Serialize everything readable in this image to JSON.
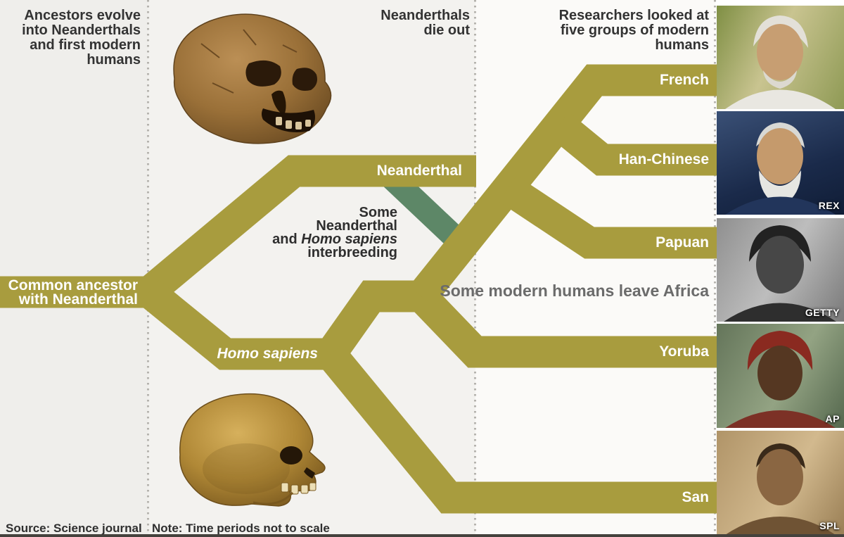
{
  "colors": {
    "branch_olive": "#a89c3e",
    "interbreeding_green": "#5d8767",
    "branch_label_text": "#ffffff",
    "heading_text": "#333333",
    "leave_africa_text": "#6b6b6b",
    "footer_text": "#2f2f2f",
    "dotted_divider": "#b5b3ae"
  },
  "annotations": {
    "top_left_lines": [
      "Ancestors evolve",
      "into Neanderthals",
      "and first modern",
      "humans"
    ],
    "die_out_lines": [
      "Neanderthals",
      "die out"
    ],
    "top_right_lines": [
      "Researchers looked at",
      "five groups of modern",
      "humans"
    ],
    "leave_africa": "Some modern humans leave Africa",
    "interbreeding": {
      "line1": "Some",
      "line2": "Neanderthal",
      "line3_before": "and ",
      "line3_italic": "Homo sapiens",
      "line4": "interbreeding"
    }
  },
  "branch_labels": {
    "common_ancestor_lines": [
      "Common ancestor",
      "with Neanderthal"
    ],
    "neanderthal": "Neanderthal",
    "homo_sapiens": "Homo sapiens"
  },
  "groups": [
    {
      "name": "French",
      "credit": ""
    },
    {
      "name": "Han-Chinese",
      "credit": "REX"
    },
    {
      "name": "Papuan",
      "credit": "GETTY"
    },
    {
      "name": "Yoruba",
      "credit": "AP"
    },
    {
      "name": "San",
      "credit": "SPL"
    }
  ],
  "footer": {
    "source": "Source: Science journal",
    "note": "Note: Time periods not to scale"
  }
}
